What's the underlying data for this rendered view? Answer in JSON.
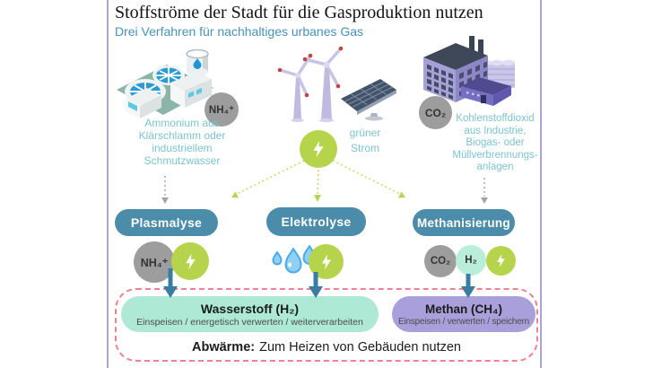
{
  "header": {
    "title": "Stoffströme der Stadt für die Gasproduktion nutzen",
    "subtitle": "Drei Verfahren für nachhaltiges urbanes Gas"
  },
  "molecules": {
    "nh4": "NH₄⁺",
    "co2": "CO₂",
    "h2": "H₂"
  },
  "sources": {
    "wastewater": {
      "lines": [
        "Ammonium aus",
        "Klärschlamm oder",
        "industriellem",
        "Schmutzwasser"
      ]
    },
    "green_power": {
      "lines": [
        "grüner",
        "Strom"
      ]
    },
    "co2": {
      "lines": [
        "Kohlenstoffdioxid",
        "aus Industrie,",
        "Biogas- oder",
        "Müllverbrennungs-",
        "anlagen"
      ]
    }
  },
  "processes": {
    "plasmalysis": {
      "label": "Plasmalyse"
    },
    "electrolysis": {
      "label": "Elektrolyse"
    },
    "methanation": {
      "label": "Methanisierung"
    }
  },
  "outputs": {
    "hydrogen": {
      "title": "Wasserstoff (H₂)",
      "subtitle": "Einspeisen / energetisch verwerten / weiterverarbeiten"
    },
    "methane": {
      "title": "Methan (CH₄)",
      "subtitle": "Einspeisen / verwerten / speichern"
    }
  },
  "footer": {
    "label": "Abwärme:",
    "text": "Zum Heizen von Gebäuden nutzen"
  },
  "colors": {
    "process_blue": "#4b8caa",
    "energy_green": "#b5d44b",
    "teal_text": "#7cc4cf",
    "subtitle_blue": "#4892bb",
    "mint_box": "#ade9d4",
    "lavender_box": "#a99fdb",
    "dashed_pink": "#ee8292",
    "arrow_blue": "#3a7da2",
    "gray_circle": "#9d9d9d",
    "h2_mint": "#b9eeda"
  }
}
